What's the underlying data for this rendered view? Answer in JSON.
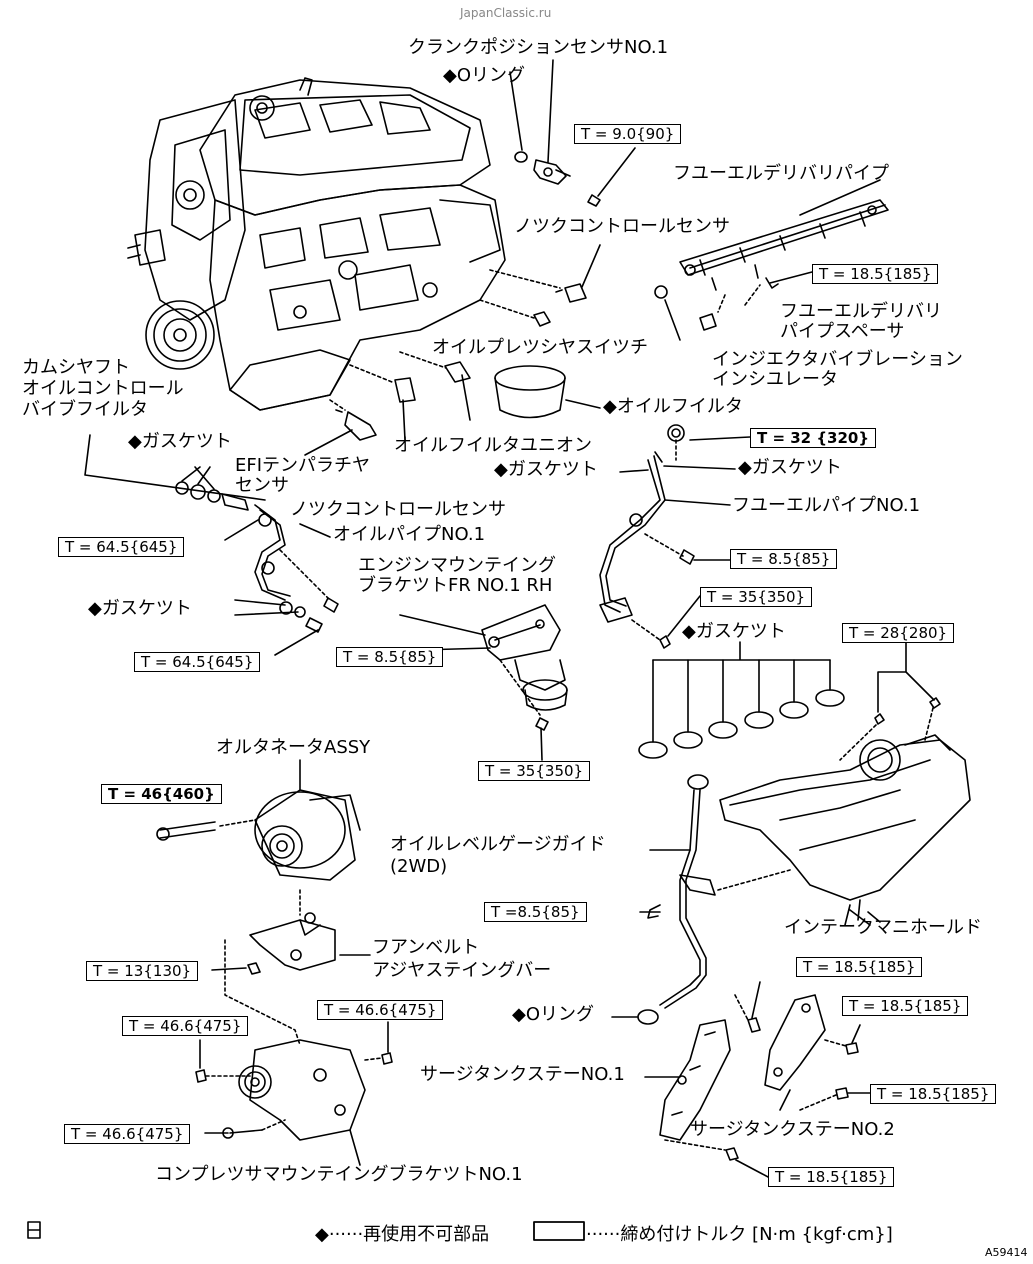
{
  "watermark": "JapanClassic.ru",
  "diagram_code": "A59414",
  "labels": {
    "crank_sensor": "クランクポジションセンサNO.1",
    "o_ring_top": "◆Oリング",
    "fuel_delivery_pipe": "フユーエルデリバリパイプ",
    "knock_sensor_top": "ノツクコントロールセンサ",
    "fuel_spacer": "フユーエルデリバリ\nパイプスペーサ",
    "injector_insulator": "インジエクタバイブレーション\nインシユレータ",
    "oil_pressure_switch": "オイルプレツシヤスイツチ",
    "cam_filter": "カムシヤフト\nオイルコントロール\nバイブフイルタ",
    "oil_filter": "◆オイルフイルタ",
    "gasket_1": "◆ガスケツト",
    "oil_filter_union": "オイルフイルタユニオン",
    "efi_sensor": "EFIテンパラチヤ\nセンサ",
    "gasket_2": "◆ガスケツト",
    "gasket_3": "◆ガスケツト",
    "knock_sensor_bottom": "ノツクコントロールセンサ",
    "oil_pipe": "オイルパイプNO.1",
    "fuel_pipe": "フユーエルパイプNO.1",
    "engine_bracket": "エンジンマウンテイング\nブラケツトFR NO.1 RH",
    "gasket_4": "◆ガスケツト",
    "gasket_5": "◆ガスケツト",
    "alternator": "オルタネータASSY",
    "dipstick_guide": "オイルレベルゲージガイド\n(2WD)",
    "intake_manifold": "インテークマニホールド",
    "fan_belt_bar": "フアンベルト\nアジヤステイングバー",
    "o_ring_bottom": "◆Oリング",
    "surge_stay_1": "サージタンクステーNO.1",
    "surge_stay_2": "サージタンクステーNO.2",
    "compressor_bracket": "コンプレツサマウンテイングブラケツトNO.1"
  },
  "torques": [
    "T = 9.0{90}",
    "T = 18.5{185}",
    "T = 32 {320}",
    "T = 64.5{645}",
    "T = 8.5{85}",
    "T = 35{350}",
    "T = 8.5{85}",
    "T = 64.5{645}",
    "T = 28{280}",
    "T = 35{350}",
    "T = 46{460}",
    "T =8.5{85}",
    "T = 13{130}",
    "T = 18.5{185}",
    "T = 18.5{185}",
    "T = 46.6{475}",
    "T = 46.6{475}",
    "T = 18.5{185}",
    "T = 46.6{475}",
    "T = 18.5{185}"
  ],
  "legend": {
    "non_reusable": "◆······再使用不可部品",
    "torque_note": "······締め付けトルク [N·m {kgf·cm}]"
  }
}
